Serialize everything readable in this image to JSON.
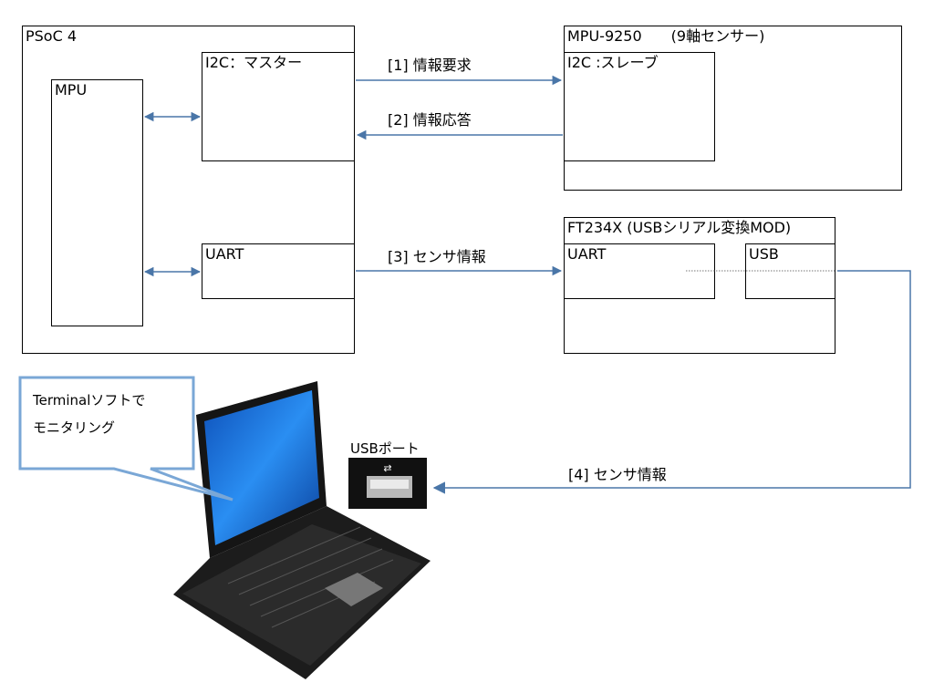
{
  "psoc": {
    "title": "PSoC 4",
    "mpu_label": "MPU",
    "i2c_label": "I2C：マスター",
    "uart_label": "UART"
  },
  "sensor": {
    "title": "MPU-9250　　(9軸センサー)",
    "i2c_label": "I2C :スレーブ"
  },
  "converter": {
    "title": "FT234X (USBシリアル変換MOD)",
    "uart_label": "UART",
    "usb_label": "USB"
  },
  "messages": {
    "m1": "[1] 情報要求",
    "m2": "[2]  情報応答",
    "m3": "[3] センサ情報",
    "m4": "[4] センサ情報"
  },
  "callout": {
    "line1": "Terminalソフトで",
    "line2": "モニタリング"
  },
  "usb_port_label": "USBポート",
  "colors": {
    "arrow": "#4a76a8",
    "callout_border": "#7aa7d6",
    "screen": "#1e73d8"
  }
}
